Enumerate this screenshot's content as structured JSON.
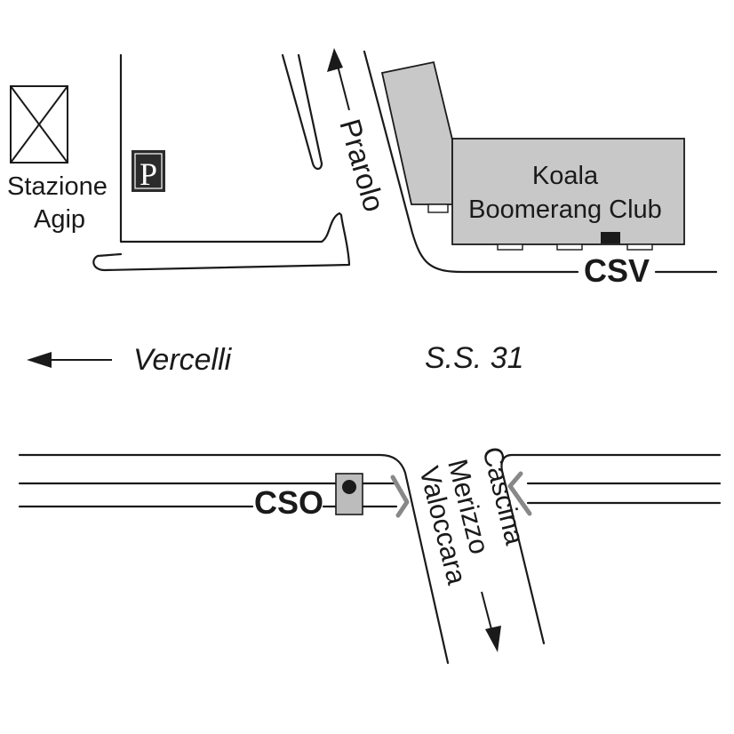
{
  "map": {
    "labels": {
      "station_line1": "Stazione",
      "station_line2": "Agip",
      "parking": "P",
      "prarolo": "Prarolo",
      "club_line1": "Koala",
      "club_line2": "Boomerang Club",
      "csv": "CSV",
      "vercelli": "Vercelli",
      "ss31": "S.S. 31",
      "cso": "CSO",
      "road_south_1": "Cascina",
      "road_south_2": "Merizzo",
      "road_south_3": "Valoccara"
    },
    "colors": {
      "line": "#1a1a1a",
      "building_fill": "#c8c8c8",
      "parking_bg": "#2b2b2b",
      "curb_mark": "#888888"
    },
    "icons": [
      "fuel-station-icon",
      "parking-icon",
      "arrow-north-icon",
      "arrow-west-icon",
      "arrow-south-icon",
      "bus-stop-icon"
    ]
  }
}
